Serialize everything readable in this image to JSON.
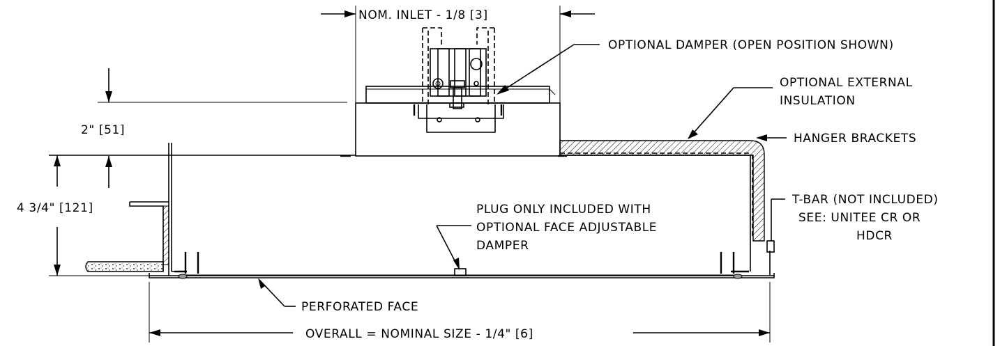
{
  "labels": {
    "nom_inlet": "NOM. INLET - 1/8 [3]",
    "optional_damper": "OPTIONAL DAMPER (OPEN POSITION SHOWN)",
    "optional_external_1": "OPTIONAL EXTERNAL",
    "optional_external_2": "INSULATION",
    "hanger_brackets": "HANGER BRACKETS",
    "two_inch": "2\" [51]",
    "four_three_quarter": "4 3/4\" [121]",
    "plug_1": "PLUG ONLY INCLUDED WITH",
    "plug_2": "OPTIONAL FACE ADJUSTABLE",
    "plug_3": "DAMPER",
    "tbar_1": "T-BAR (NOT INCLUDED)",
    "tbar_2": "SEE: UNITEE CR OR",
    "tbar_3": "HDCR",
    "perforated_face": "PERFORATED FACE",
    "overall": "OVERALL = NOMINAL SIZE - 1/4\" [6]"
  }
}
